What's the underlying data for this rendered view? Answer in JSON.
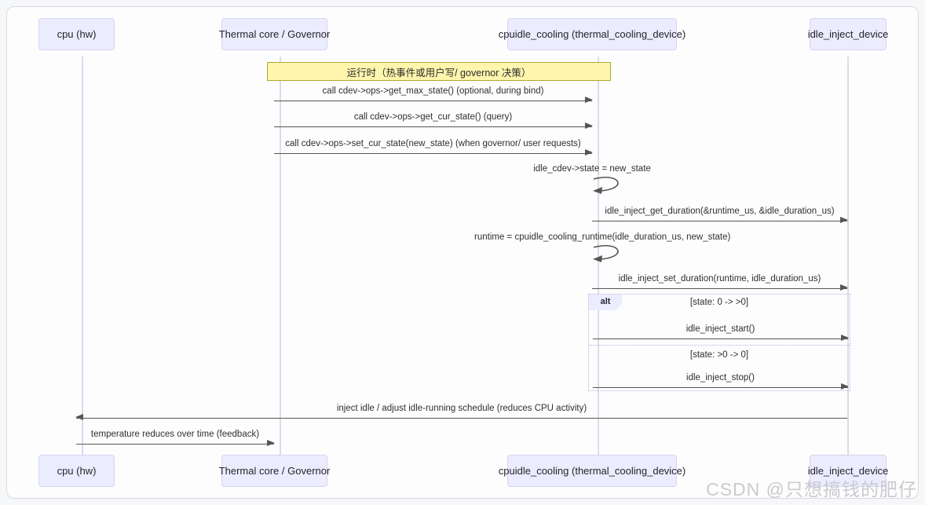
{
  "watermark": "CSDN @只想搞钱的肥仔",
  "diagram": {
    "type": "sequence",
    "actors": [
      {
        "id": "cpu",
        "label": "cpu (hw)"
      },
      {
        "id": "thermal",
        "label": "Thermal core / Governor"
      },
      {
        "id": "cooling",
        "label": "cpuidle_cooling (thermal_cooling_device)"
      },
      {
        "id": "inject",
        "label": "idle_inject_device"
      }
    ],
    "note": {
      "over": "Thermal core / Governor",
      "text": "运行时（热事件或用户写/ governor 决策）"
    },
    "messages": [
      {
        "from": "Thermal core / Governor",
        "to": "cpuidle_cooling",
        "text": "call cdev->ops->get_max_state() (optional, during bind)"
      },
      {
        "from": "Thermal core / Governor",
        "to": "cpuidle_cooling",
        "text": "call cdev->ops->get_cur_state() (query)"
      },
      {
        "from": "Thermal core / Governor",
        "to": "cpuidle_cooling",
        "text": "call cdev->ops->set_cur_state(new_state) (when governor/ user requests)"
      },
      {
        "from": "cpuidle_cooling",
        "to": "cpuidle_cooling",
        "type": "self",
        "text": "idle_cdev->state = new_state"
      },
      {
        "from": "cpuidle_cooling",
        "to": "idle_inject_device",
        "text": "idle_inject_get_duration(&runtime_us, &idle_duration_us)"
      },
      {
        "from": "cpuidle_cooling",
        "to": "cpuidle_cooling",
        "type": "self",
        "text": "runtime = cpuidle_cooling_runtime(idle_duration_us, new_state)"
      },
      {
        "from": "cpuidle_cooling",
        "to": "idle_inject_device",
        "text": "idle_inject_set_duration(runtime, idle_duration_us)"
      },
      {
        "from": "idle_inject_device",
        "to": "cpu (hw)",
        "text": "inject idle / adjust idle-running schedule (reduces CPU activity)"
      },
      {
        "from": "cpu (hw)",
        "to": "Thermal core / Governor",
        "text": "temperature reduces over time (feedback)"
      }
    ],
    "alt": {
      "label": "alt",
      "branches": [
        {
          "condition": "[state: 0 -> >0]",
          "message": "idle_inject_start()"
        },
        {
          "condition": "[state: >0 -> 0]",
          "message": "idle_inject_stop()"
        }
      ]
    },
    "colors": {
      "actor_fill": "#ececff",
      "actor_border": "#d4d4f0",
      "note_fill": "#fff5ad",
      "note_border": "#aaaa33",
      "arrow_line": "#555555",
      "lifeline": "#ddd9ec",
      "alt_border": "#b9b4d9",
      "watermark_text": "#cacacf"
    }
  }
}
